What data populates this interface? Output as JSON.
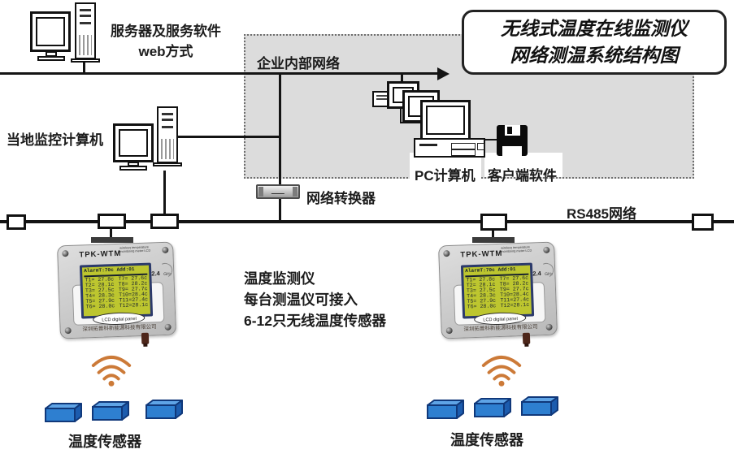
{
  "title": {
    "line1": "无线式温度在线监测仪",
    "line2": "网络测温系统结构图"
  },
  "labels": {
    "server_line1": "服务器及服务软件",
    "server_line2": "web方式",
    "intranet": "企业内部网络",
    "local_monitor": "当地监控计算机",
    "pc": "PC计算机",
    "client": "客户端软件",
    "converter": "网络转换器",
    "rs485": "RS485网络",
    "sensor_left": "温度传感器",
    "sensor_right": "温度传感器"
  },
  "info": {
    "line1": "温度监测仪",
    "line2": "每台测温仪可接入",
    "line3": "6-12只无线温度传感器"
  },
  "device": {
    "model": "TPK-WTM",
    "tagline1": "wireless  temperature",
    "tagline2": "monitoring meter-LCD",
    "lcd_header": "AlarmT:70c  Add:01",
    "lcd_left": [
      "T1= 27.8c",
      "T2= 28.1c",
      "T3= 27.5c",
      "T4= 28.3c",
      "T5= 27.9c",
      "T6= 28.0c"
    ],
    "lcd_right": [
      "T7= 27.6c",
      "T8= 28.2c",
      "T9= 27.7c",
      "T10=28.4c",
      "T11=27.4c",
      "T12=28.1c"
    ],
    "band": "2.4",
    "band_unit": "GHz",
    "panel_label": "LCD digital panel",
    "company": "深圳拓普科新能源科技有限公司"
  },
  "colors": {
    "wireless_orange": "#cc7a38",
    "sensor_blue_front": "#2e7fd0",
    "sensor_blue_top": "#5fa4e6",
    "sensor_blue_side": "#1c5cae",
    "lcd_green": "#bdc62f",
    "zone_gray": "#dcdcdc"
  }
}
